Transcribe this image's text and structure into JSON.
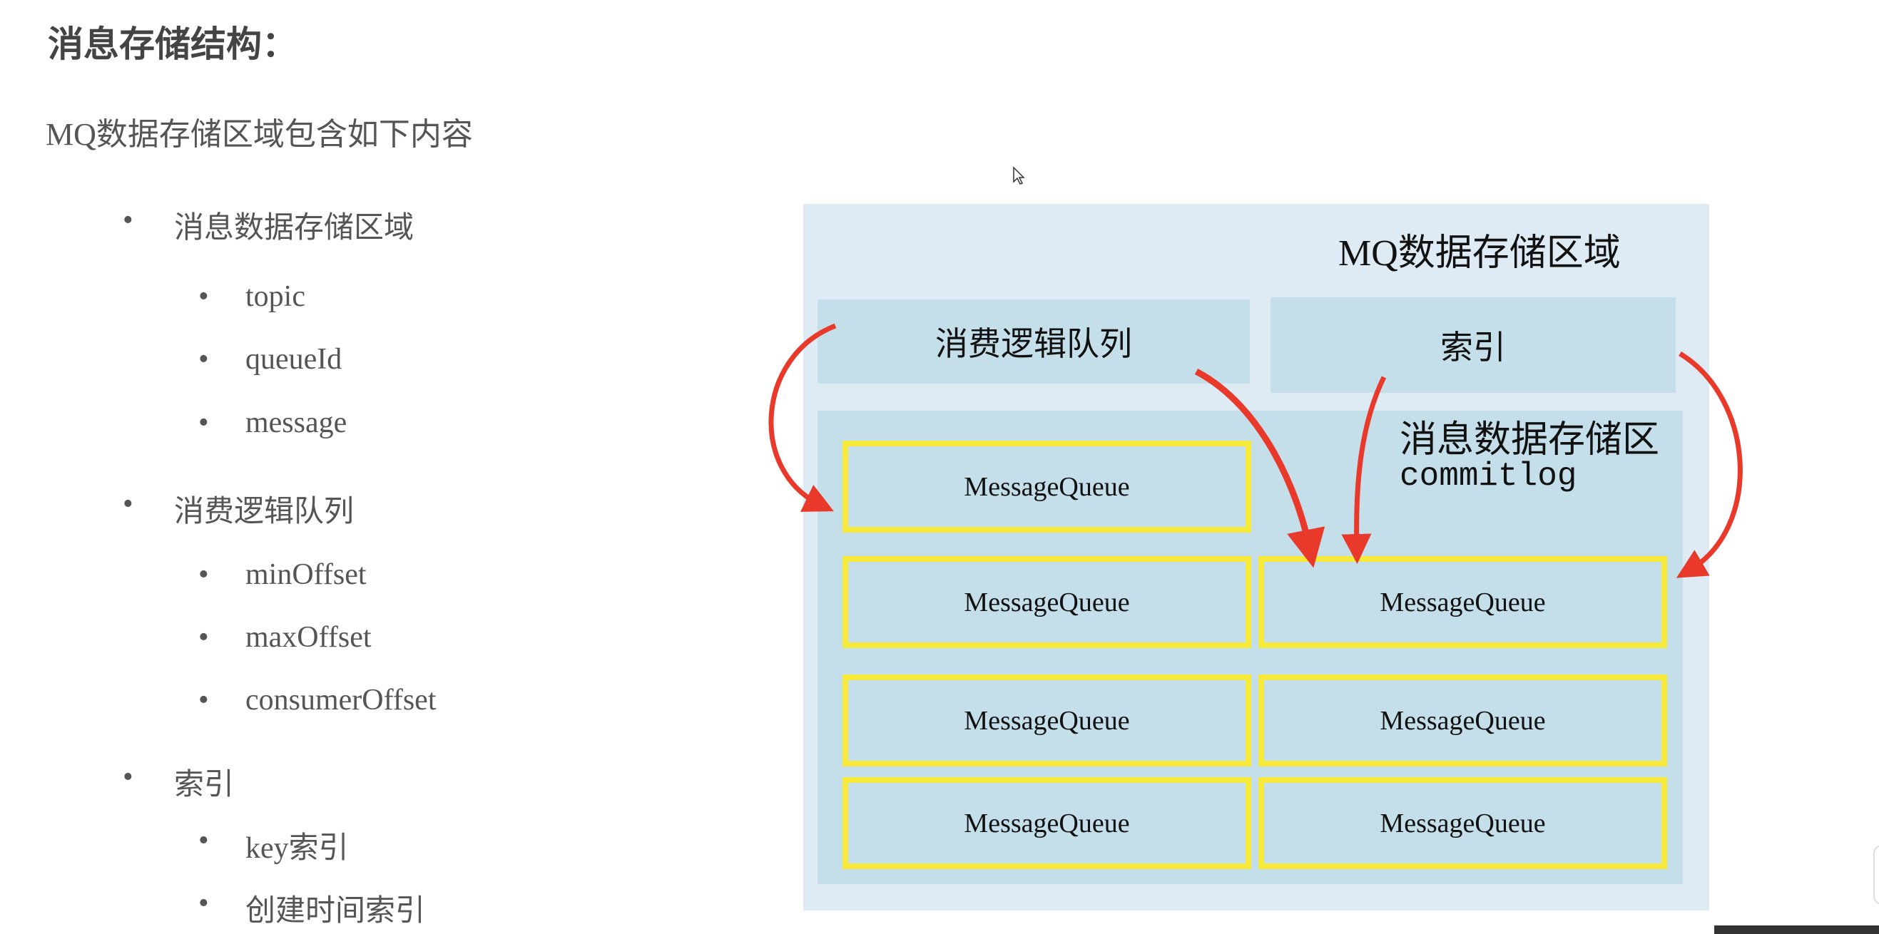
{
  "heading": "消息存储结构：",
  "intro": "MQ数据存储区域包含如下内容",
  "bullet_char": "•",
  "outline": [
    {
      "label": "消息数据存储区域",
      "children": [
        "topic",
        "queueId",
        "message"
      ]
    },
    {
      "label": "消费逻辑队列",
      "children": [
        "minOffset",
        "maxOffset",
        "consumerOffset"
      ]
    },
    {
      "label": "索引",
      "children": [
        "key索引",
        "创建时间索引"
      ]
    }
  ],
  "diagram": {
    "title": "MQ数据存储区域",
    "consume_queue": "消费逻辑队列",
    "index": "索引",
    "store_label": "消息数据存储区",
    "store_sub": "commitlog",
    "queue_label": "MessageQueue",
    "colors": {
      "outer": "#deebf4",
      "inner": "#c5dfea",
      "queue_border": "#f7ea3a",
      "arrow": "#e8392a"
    }
  }
}
